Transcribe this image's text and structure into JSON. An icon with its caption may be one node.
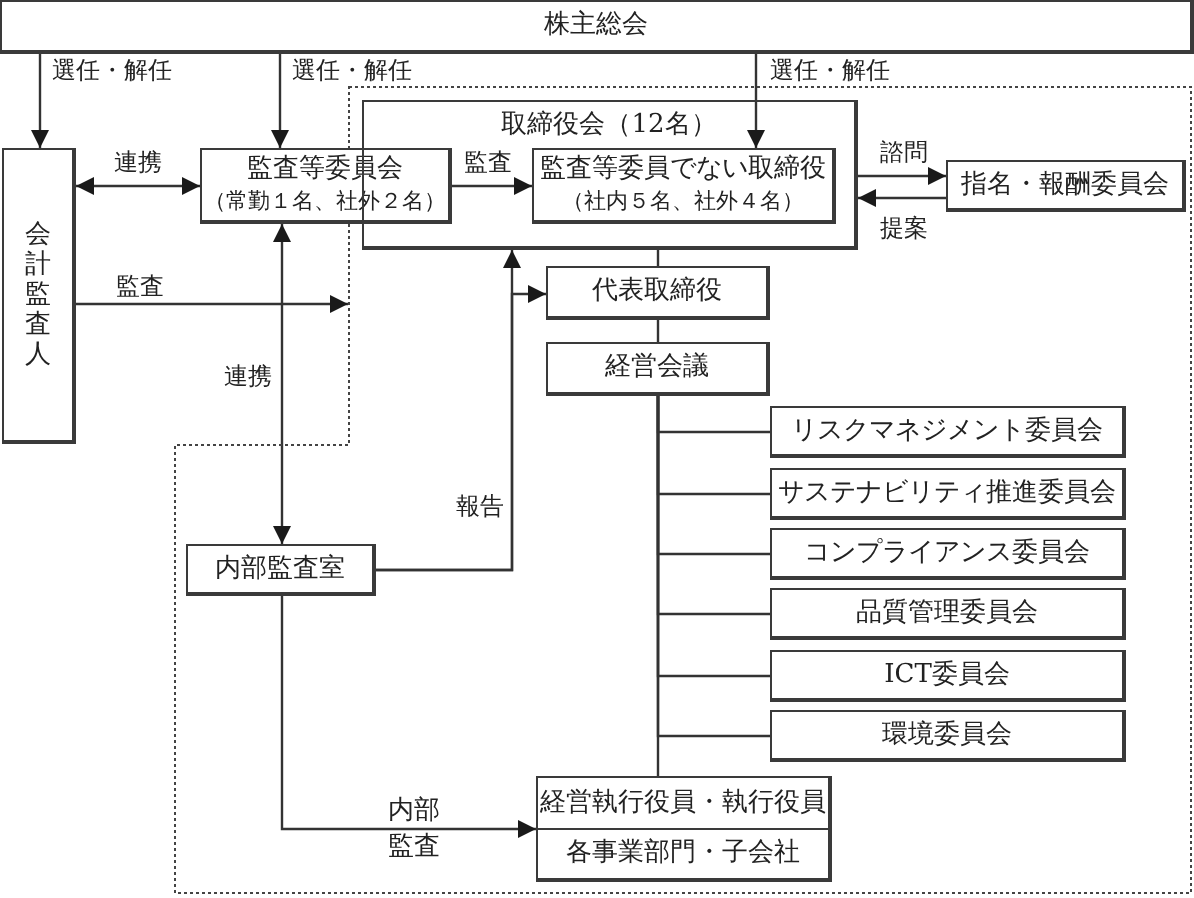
{
  "diagram": {
    "nodes": [
      {
        "text": [
          "株主総会"
        ]
      },
      {
        "text": [
          "会計監査人"
        ]
      },
      {
        "text": [
          "監査等委員会",
          "（常勤１名、社外２名）"
        ]
      },
      {
        "text": [],
        "shape": "box"
      },
      {
        "text": [
          "取締役会（12名）"
        ],
        "in": 3
      },
      {
        "text": [
          "監査等委員でない取締役",
          "（社内５名、社外４名）"
        ],
        "in": 4
      },
      {
        "text": [
          "指名・報酬委員会"
        ],
        "in": 3
      },
      {
        "text": [
          "代表取締役"
        ],
        "in": 3
      },
      {
        "text": [
          "経営会議"
        ],
        "in": 3
      },
      {
        "text": [
          "リスクマネジメント委員会"
        ],
        "in": 3
      },
      {
        "text": [
          "サステナビリティ推進委員会"
        ],
        "in": 3
      },
      {
        "text": [
          "コンプライアンス委員会"
        ],
        "in": 3
      },
      {
        "text": [
          "品質管理委員会"
        ],
        "in": 3
      },
      {
        "text": [
          "ICT委員会"
        ],
        "in": 3
      },
      {
        "text": [
          "環境委員会"
        ],
        "in": 3
      },
      {
        "text": [
          "内部監査室"
        ],
        "in": 3
      },
      {
        "text": [
          "経営執行役員・執行役員",
          "各事業部門・子会社"
        ],
        "in": 3
      }
    ],
    "edges": [
      {
        "from": 0,
        "to": 1,
        "arrow": "to",
        "label": "選任・解任"
      },
      {
        "from": 0,
        "to": 2,
        "arrow": "to",
        "label": "選任・解任"
      },
      {
        "from": 0,
        "to": 5,
        "arrow": "to",
        "label": "選任・解任"
      },
      {
        "from": 1,
        "to": 2,
        "arrow": "both",
        "label": "連携"
      },
      {
        "from": 1,
        "to": 3,
        "arrow": "to",
        "label": "監査"
      },
      {
        "from": 2,
        "to": 5,
        "arrow": "to",
        "label": "監査"
      },
      {
        "from": 2,
        "to": 15,
        "arrow": "both",
        "label": "連携"
      },
      {
        "from": 4,
        "to": 6,
        "arrow": "to",
        "label": "諮問"
      },
      {
        "from": 6,
        "to": 4,
        "arrow": "to",
        "label": "提案"
      },
      {
        "from": 15,
        "to": 4,
        "arrow": "to",
        "label": "報告"
      },
      {
        "from": 15,
        "to": 7,
        "arrow": "to"
      },
      {
        "from": 4,
        "to": 7,
        "arrow": "none"
      },
      {
        "from": 7,
        "to": 8,
        "arrow": "none"
      },
      {
        "from": 8,
        "to": 9,
        "arrow": "none"
      },
      {
        "from": 8,
        "to": 10,
        "arrow": "none"
      },
      {
        "from": 8,
        "to": 11,
        "arrow": "none"
      },
      {
        "from": 8,
        "to": 12,
        "arrow": "none"
      },
      {
        "from": 8,
        "to": 13,
        "arrow": "none"
      },
      {
        "from": 8,
        "to": 14,
        "arrow": "none"
      },
      {
        "from": 8,
        "to": 16,
        "arrow": "none"
      },
      {
        "from": 15,
        "to": 16,
        "arrow": "to",
        "label": "内部監査"
      }
    ]
  }
}
